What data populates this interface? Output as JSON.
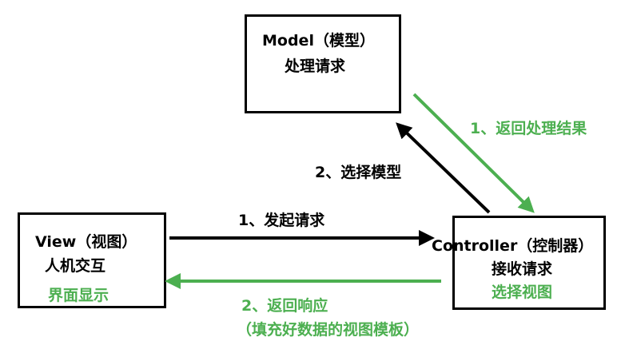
{
  "colors": {
    "black": "#000000",
    "green": "#4caf50",
    "background": "#ffffff"
  },
  "model": {
    "title": "Model（模型）",
    "line2": "处理请求"
  },
  "view": {
    "title": "View（视图）",
    "line2": "人机交互",
    "line3": "界面显示"
  },
  "controller": {
    "title": "Controller（控制器）",
    "line2": "接收请求",
    "line3": "选择视图"
  },
  "arrows": {
    "model_to_controller": "1、返回处理结果",
    "controller_to_model": "2、选择模型",
    "view_to_controller": "1、发起请求",
    "controller_to_view_line1": "2、返回响应",
    "controller_to_view_line2": "（填充好数据的视图模板）"
  }
}
